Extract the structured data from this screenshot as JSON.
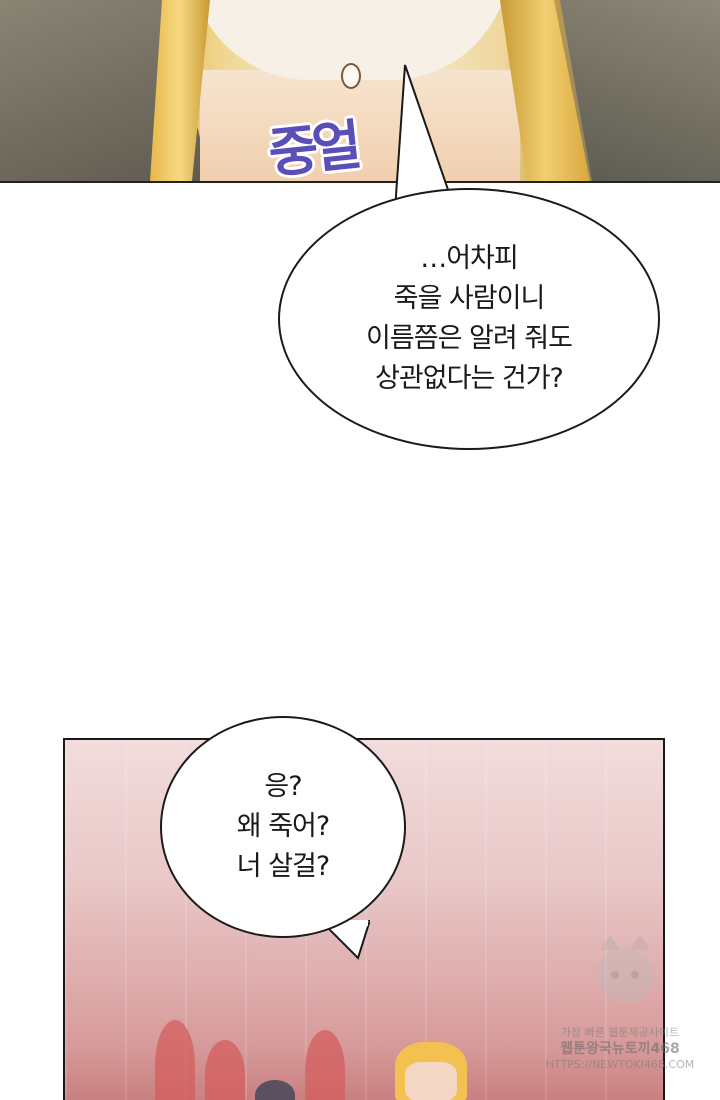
{
  "sound_effect": "중얼",
  "bubble_top": {
    "lines": [
      "…어차피",
      "죽을 사람이니",
      "이름쯤은 알려 줘도",
      "상관없다는 건가?"
    ]
  },
  "bubble_bottom": {
    "lines": [
      "응?",
      "왜 죽어?",
      "너 살걸?"
    ]
  },
  "watermark": {
    "line1": "가장 빠른 웹툰제공사이트",
    "line2": "웹툰왕국뉴토끼468",
    "line3": "HTTPS://NEWTOKI468.COM"
  },
  "colors": {
    "sfx": "#5a4fb8",
    "bubble_border": "#1a1a1a",
    "panel_bottom_bg": "#e9c7c7"
  }
}
